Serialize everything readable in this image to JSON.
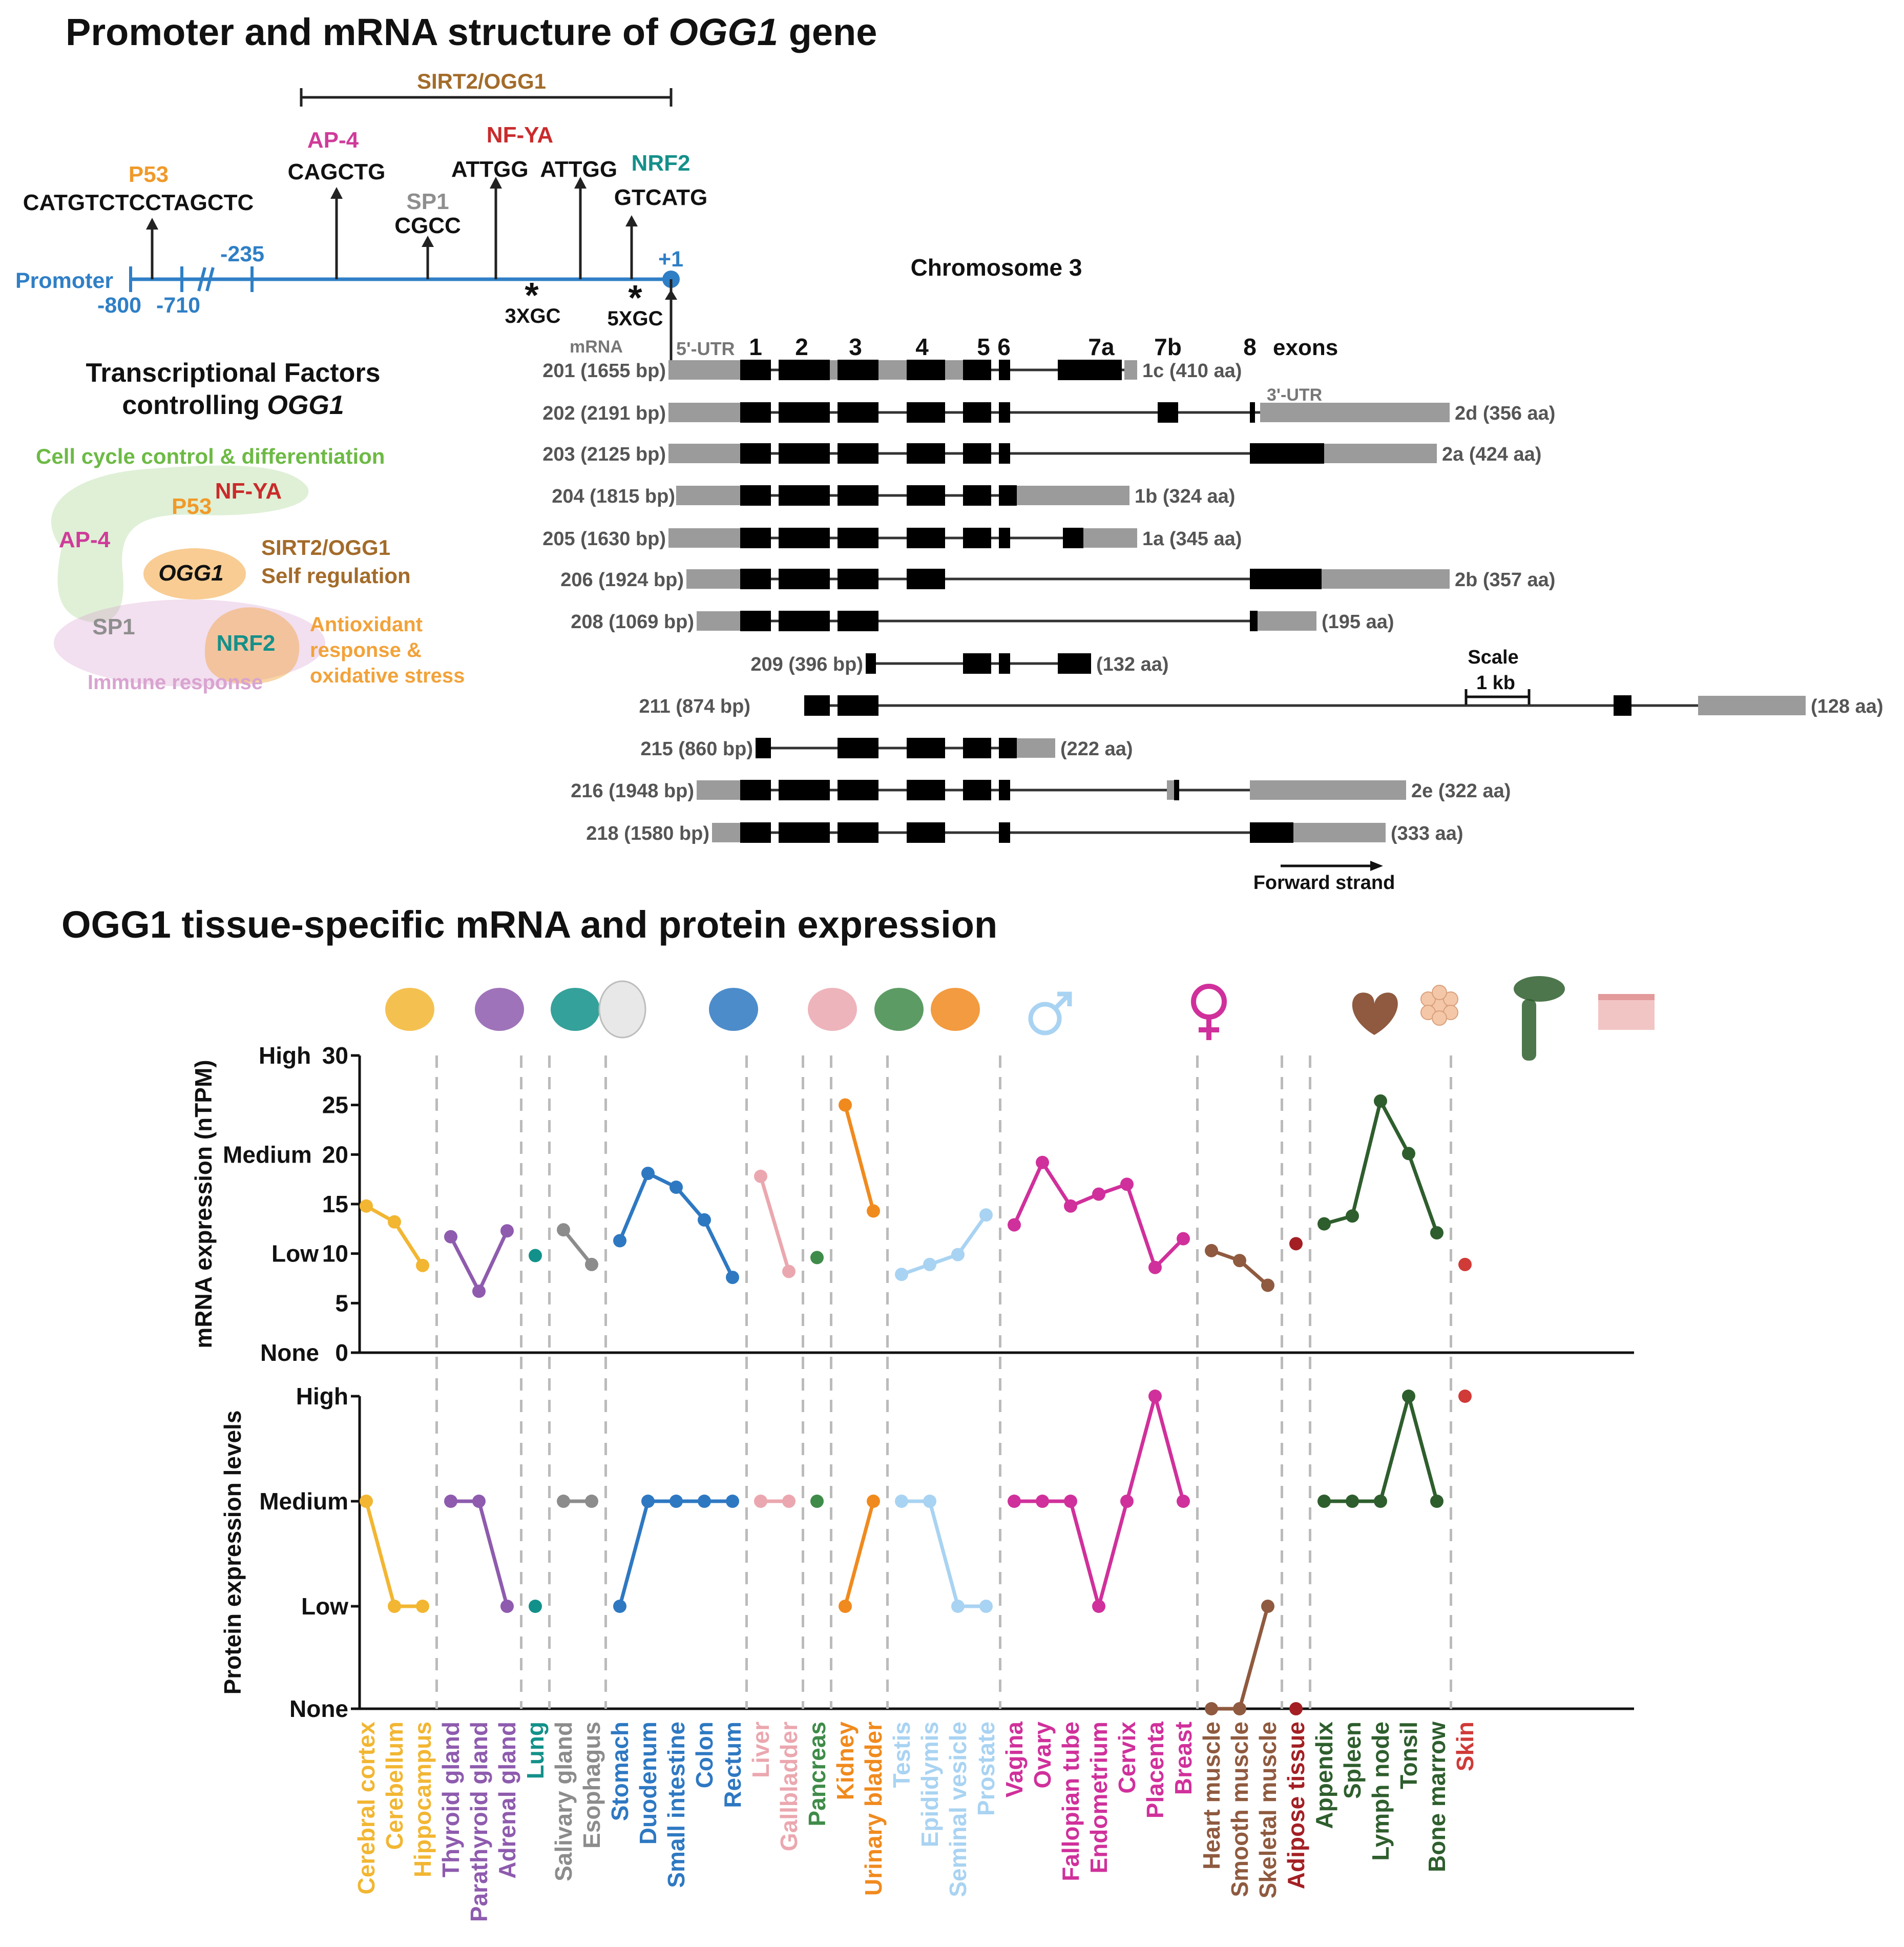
{
  "titles": {
    "promoter_prefix": "Promoter and mRNA structure of ",
    "promoter_gene": "OGG1",
    "promoter_suffix": " gene",
    "expression": "OGG1 tissue-specific mRNA and protein expression"
  },
  "colors": {
    "brain": "#F2B632",
    "endocrine": "#8E5BAE",
    "lung": "#12918A",
    "gi_upper": "#8C8C8C",
    "gi": "#2E78C2",
    "liver": "#EBA7AF",
    "pancreas": "#3F8B49",
    "urinary": "#F08A1E",
    "male": "#A9D3F2",
    "female": "#D0309B",
    "muscle": "#8F5A3F",
    "adipose": "#A31F24",
    "lymphoid": "#2E5E2D",
    "skin": "#D03A37",
    "promoter_blue": "#2F7FC6",
    "sirt2": "#A36B2A",
    "p53": "#F09A2A",
    "nfya": "#C92B2B",
    "ap4": "#CF3B9A",
    "sp1": "#8E8E8E",
    "nrf2": "#14908A",
    "cellcycle": "#6DBA45",
    "immune": "#D9A3D0",
    "antiox": "#F2A23A"
  },
  "promoter": {
    "label": "Promoter",
    "pos_minus800": "-800",
    "pos_minus710": "-710",
    "pos_minus235": "-235",
    "pos_plus1": "+1",
    "sirt2_bracket": "SIRT2/OGG1",
    "sites": [
      {
        "tf": "P53",
        "seq": "CATGTCTCCTAGCTC"
      },
      {
        "tf": "AP-4",
        "seq": "CAGCTG"
      },
      {
        "tf": "SP1",
        "seq": "CGCC"
      },
      {
        "tf": "NF-YA",
        "seq": "ATTGG  ATTGG"
      },
      {
        "tf": "NRF2",
        "seq": "GTCATG"
      }
    ],
    "xgc1": "3XGC",
    "xgc2": "5XGC",
    "star": "*"
  },
  "tf_panel": {
    "title_line1": "Transcriptional Factors",
    "title_line2_prefix": "controlling ",
    "title_line2_gene": "OGG1",
    "cell_cycle": "Cell cycle control & differentiation",
    "p53": "P53",
    "nfya": "NF-YA",
    "ap4": "AP-4",
    "ogg1": "OGG1",
    "sirt2_line1": "SIRT2/OGG1",
    "sirt2_line2": "Self regulation",
    "sp1": "SP1",
    "nrf2": "NRF2",
    "antiox_line1": "Antioxidant",
    "antiox_line2": "response &",
    "antiox_line3": "oxidative stress",
    "immune": "Immune response"
  },
  "transcripts": {
    "chromosome": "Chromosome 3",
    "mrna_label": "mRNA",
    "utr5": "5'-UTR",
    "utr3": "3'-UTR",
    "exon_numbers": [
      "1",
      "2",
      "3",
      "4",
      "5",
      "6",
      "7a",
      "7b",
      "8"
    ],
    "exons_word": "exons",
    "scale_label": "Scale",
    "scale_value": "1 kb",
    "forward_strand": "Forward strand",
    "rows": [
      {
        "name": "201 (1655 bp)",
        "protein": "1c (410 aa)"
      },
      {
        "name": "202 (2191 bp)",
        "protein": "2d (356 aa)"
      },
      {
        "name": "203 (2125 bp)",
        "protein": "2a (424 aa)"
      },
      {
        "name": "204 (1815 bp)",
        "protein": "1b (324 aa)"
      },
      {
        "name": "205 (1630 bp)",
        "protein": "1a (345 aa)"
      },
      {
        "name": "206 (1924 bp)",
        "protein": "2b (357 aa)"
      },
      {
        "name": "208 (1069 bp)",
        "protein": "(195 aa)"
      },
      {
        "name": "209 (396 bp)",
        "protein": "(132 aa)"
      },
      {
        "name": "211 (874 bp)",
        "protein": "(128 aa)"
      },
      {
        "name": "215 (860 bp)",
        "protein": "(222 aa)"
      },
      {
        "name": "216 (1948 bp)",
        "protein": "2e (322 aa)"
      },
      {
        "name": "218 (1580 bp)",
        "protein": "(333 aa)"
      }
    ]
  },
  "chart_data": [
    {
      "type": "line",
      "ylabel": "mRNA expression (nTPM)",
      "ylim": [
        0,
        30
      ],
      "yticks": [
        "0",
        "5",
        "10",
        "15",
        "20",
        "25",
        "30"
      ],
      "level_labels": {
        "high": "High",
        "medium": "Medium",
        "low": "Low",
        "none": "None"
      },
      "grid": false,
      "series": [
        {
          "color": "brain",
          "x": [
            "Cerebral cortex",
            "Cerebellum",
            "Hippocampus"
          ],
          "y": [
            14.8,
            13.2,
            8.8
          ]
        },
        {
          "color": "endocrine",
          "x": [
            "Thyroid gland",
            "Parathyroid gland",
            "Adrenal gland"
          ],
          "y": [
            11.7,
            6.2,
            12.3
          ]
        },
        {
          "color": "lung",
          "x": [
            "Lung"
          ],
          "y": [
            9.8
          ]
        },
        {
          "color": "gi_upper",
          "x": [
            "Salivary gland",
            "Esophagus"
          ],
          "y": [
            12.4,
            8.9
          ]
        },
        {
          "color": "gi",
          "x": [
            "Stomach",
            "Duodenum",
            "Small intestine",
            "Colon",
            "Rectum"
          ],
          "y": [
            11.3,
            18.1,
            16.7,
            13.4,
            7.6
          ]
        },
        {
          "color": "liver",
          "x": [
            "Liver",
            "Gallbladder"
          ],
          "y": [
            17.8,
            8.2
          ]
        },
        {
          "color": "pancreas",
          "x": [
            "Pancreas"
          ],
          "y": [
            9.6
          ]
        },
        {
          "color": "urinary",
          "x": [
            "Kidney",
            "Urinary bladder"
          ],
          "y": [
            25.0,
            14.3
          ]
        },
        {
          "color": "male",
          "x": [
            "Testis",
            "Epididymis",
            "Seminal vesicle",
            "Prostate"
          ],
          "y": [
            7.9,
            8.9,
            9.9,
            13.9
          ]
        },
        {
          "color": "female",
          "x": [
            "Vagina",
            "Ovary",
            "Fallopian tube",
            "Endometrium",
            "Cervix",
            "Placenta",
            "Breast"
          ],
          "y": [
            12.9,
            19.2,
            14.8,
            16.0,
            17.0,
            8.6,
            11.5
          ]
        },
        {
          "color": "muscle",
          "x": [
            "Heart muscle",
            "Smooth muscle",
            "Skeletal muscle"
          ],
          "y": [
            10.3,
            9.3,
            6.8
          ]
        },
        {
          "color": "adipose",
          "x": [
            "Adipose tissue"
          ],
          "y": [
            11.0
          ]
        },
        {
          "color": "lymphoid",
          "x": [
            "Appendix",
            "Spleen",
            "Lymph node",
            "Tonsil",
            "Bone marrow"
          ],
          "y": [
            13.0,
            13.8,
            25.4,
            20.1,
            12.1
          ]
        },
        {
          "color": "skin",
          "x": [
            "Skin"
          ],
          "y": [
            8.9
          ]
        }
      ]
    },
    {
      "type": "line",
      "ylabel": "Protein expression levels",
      "levels": [
        "None",
        "Low",
        "Medium",
        "High"
      ],
      "series": [
        {
          "color": "brain",
          "x": [
            "Cerebral cortex",
            "Cerebellum",
            "Hippocampus"
          ],
          "y": [
            2,
            1,
            1
          ]
        },
        {
          "color": "endocrine",
          "x": [
            "Thyroid gland",
            "Parathyroid gland",
            "Adrenal gland"
          ],
          "y": [
            2,
            2,
            1
          ]
        },
        {
          "color": "lung",
          "x": [
            "Lung"
          ],
          "y": [
            1
          ]
        },
        {
          "color": "gi_upper",
          "x": [
            "Salivary gland",
            "Esophagus"
          ],
          "y": [
            2,
            2
          ]
        },
        {
          "color": "gi",
          "x": [
            "Stomach",
            "Duodenum",
            "Small intestine",
            "Colon",
            "Rectum"
          ],
          "y": [
            1,
            2,
            2,
            2,
            2
          ]
        },
        {
          "color": "liver",
          "x": [
            "Liver",
            "Gallbladder"
          ],
          "y": [
            2,
            2
          ]
        },
        {
          "color": "pancreas",
          "x": [
            "Pancreas"
          ],
          "y": [
            2
          ]
        },
        {
          "color": "urinary",
          "x": [
            "Kidney",
            "Urinary bladder"
          ],
          "y": [
            1,
            2
          ]
        },
        {
          "color": "male",
          "x": [
            "Testis",
            "Epididymis",
            "Seminal vesicle",
            "Prostate"
          ],
          "y": [
            2,
            2,
            1,
            1
          ]
        },
        {
          "color": "female",
          "x": [
            "Vagina",
            "Ovary",
            "Fallopian tube",
            "Endometrium",
            "Cervix",
            "Placenta",
            "Breast"
          ],
          "y": [
            2,
            2,
            2,
            1,
            2,
            3,
            2
          ]
        },
        {
          "color": "muscle",
          "x": [
            "Heart muscle",
            "Smooth muscle",
            "Skeletal muscle"
          ],
          "y": [
            0,
            0,
            1
          ]
        },
        {
          "color": "adipose",
          "x": [
            "Adipose tissue"
          ],
          "y": [
            0
          ]
        },
        {
          "color": "lymphoid",
          "x": [
            "Appendix",
            "Spleen",
            "Lymph node",
            "Tonsil",
            "Bone marrow"
          ],
          "y": [
            2,
            2,
            2,
            3,
            2
          ]
        },
        {
          "color": "skin",
          "x": [
            "Skin"
          ],
          "y": [
            3
          ]
        }
      ]
    }
  ],
  "tissue_icons": [
    "brain-icon",
    "thyroid-icon",
    "lung-icon",
    "head-icon",
    "stomach-icon",
    "liver-icon",
    "pancreas-icon",
    "bladder-icon",
    "male-symbol-icon",
    "female-symbol-icon",
    "heart-icon",
    "adipose-icon",
    "bone-icon",
    "skin-icon"
  ]
}
